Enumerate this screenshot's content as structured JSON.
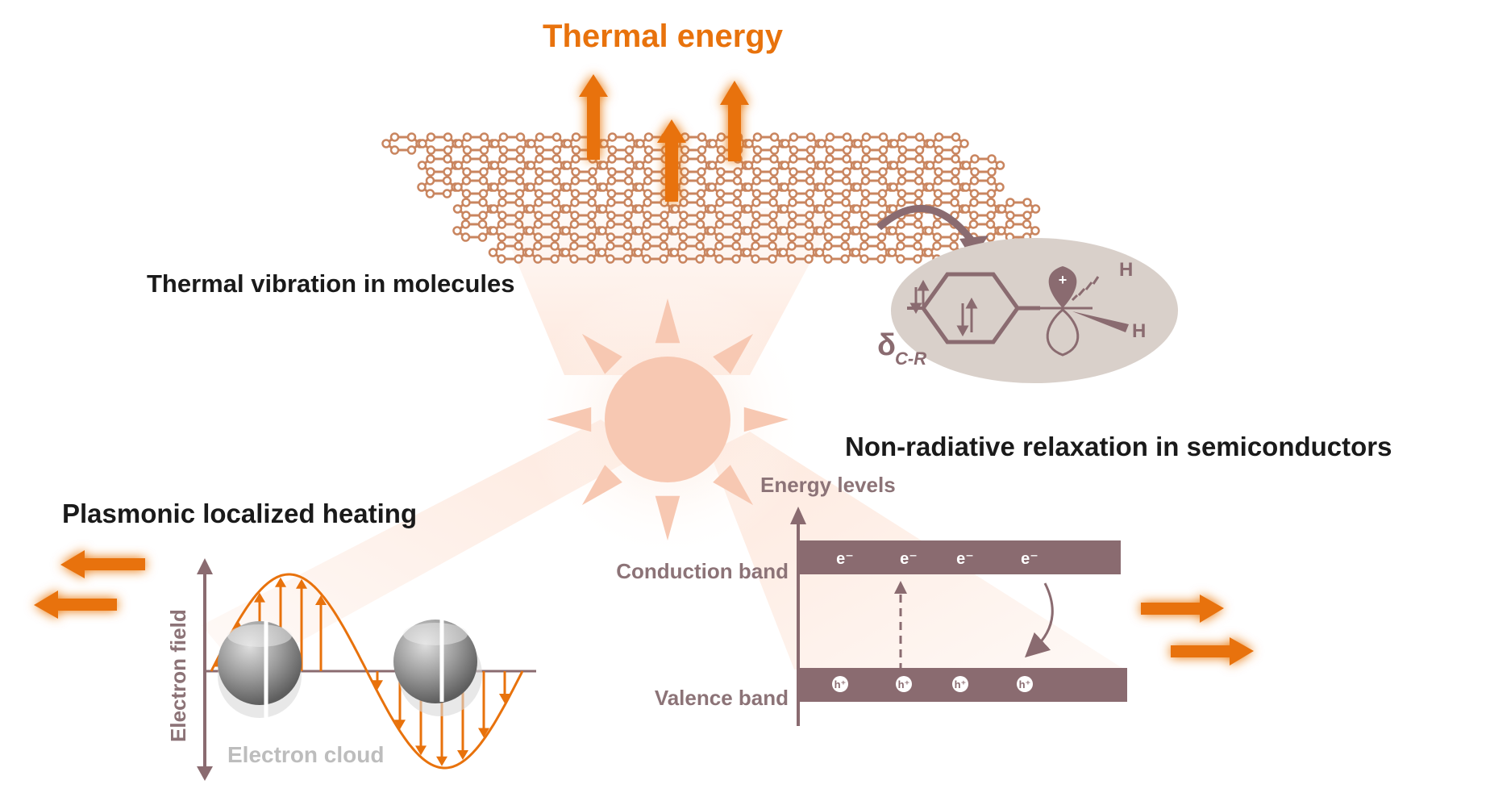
{
  "thermal": {
    "title": "Thermal energy",
    "caption": "Thermal vibration in molecules"
  },
  "hyperconjugation": {
    "delta": "δ",
    "delta_sub": "C-R",
    "h_top": "H",
    "h_bottom": "H",
    "plus": "+"
  },
  "plasmonic": {
    "title": "Plasmonic localized heating",
    "axis_label": "Electron field",
    "cloud_label": "Electron cloud"
  },
  "semiconductor": {
    "title": "Non-radiative relaxation in semiconductors",
    "axis_label": "Energy levels",
    "conduction_label": "Conduction band",
    "valence_label": "Valence band",
    "electron": "e⁻",
    "hole": "h⁺"
  },
  "colors": {
    "orange": "#e8720c",
    "sun": "#f7c8b2",
    "brown": "#8a6b70",
    "lattice": "#c9855f",
    "ellipse": "#d6cdc7"
  }
}
